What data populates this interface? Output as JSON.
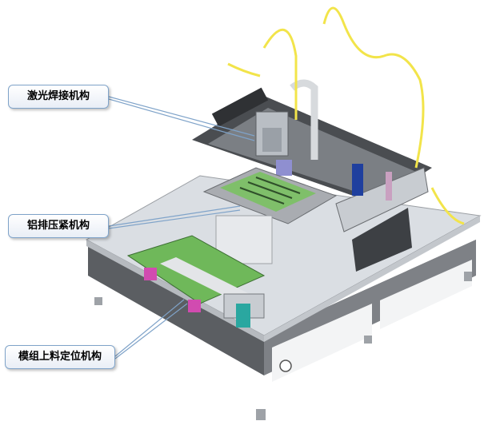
{
  "callouts": {
    "laser_welding": "激光焊接机构",
    "busbar_clamping": "铝排压紧机构",
    "module_loading": "模组上料定位机构"
  },
  "colors": {
    "frame": "#8a8d92",
    "frame_dark": "#55585c",
    "table_top": "#d9dde2",
    "pcb_green": "#7fbf6a",
    "cable_yellow": "#f2e44a",
    "accent_blue": "#1f3f9e",
    "callout_border": "#7fa3c9"
  }
}
